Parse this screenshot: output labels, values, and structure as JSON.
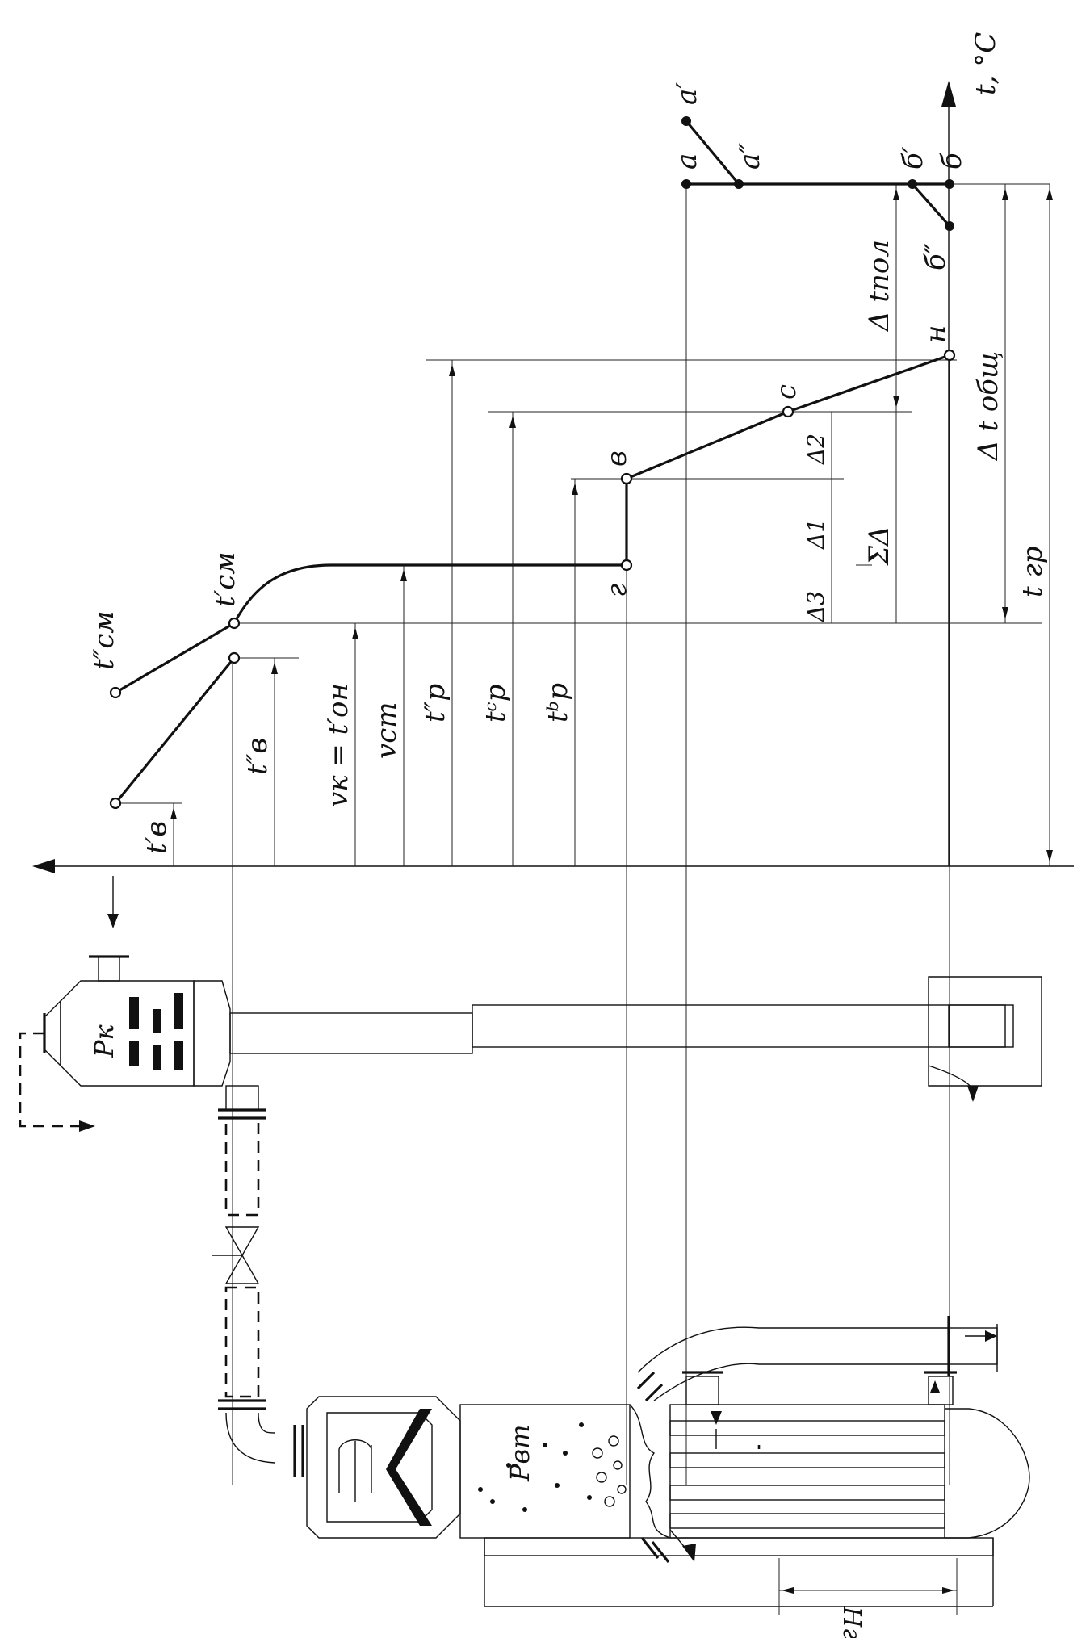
{
  "labels": {
    "axis_t": "t, °C",
    "t_cm2": "t″см",
    "t_cm1": "t′см",
    "t_v1": "t′в",
    "t_v2": "t″в",
    "v_k": "vк = t′он",
    "v_st": "vст",
    "t_p_n": "t″р",
    "t_p_s": "tᶜр",
    "t_p_v": "tᵇр",
    "pt_a": "а",
    "pt_a1": "а′",
    "pt_a2": "а″",
    "pt_b": "б",
    "pt_b1": "б′",
    "pt_b2": "б″",
    "pt_n": "н",
    "pt_c": "с",
    "pt_v": "в",
    "pt_g": "г",
    "d_t_pol": "Δ tпол",
    "d_t_obsh": "Δ t общ",
    "t_gr": "t гр",
    "delta1": "Δ1",
    "delta2": "Δ2",
    "delta3": "Δ3",
    "sum_delta": "ΣΔ",
    "p_k": "Pк",
    "p_vt": "Pвт",
    "h_gr": "Hгр"
  }
}
